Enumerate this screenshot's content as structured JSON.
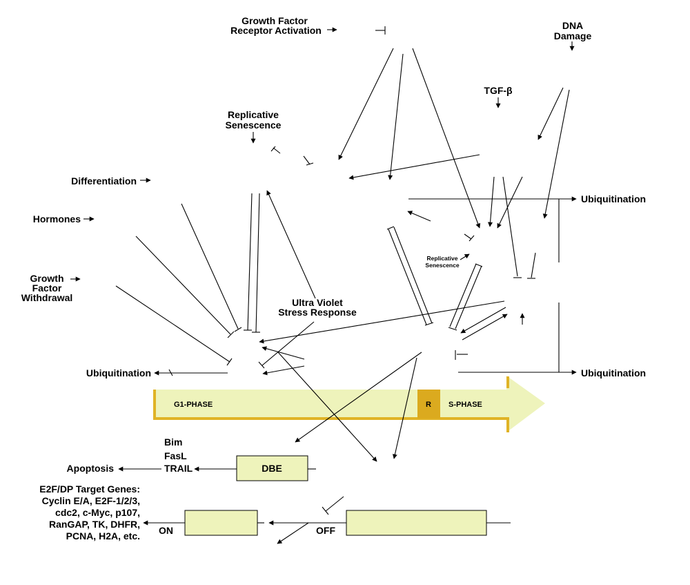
{
  "labels": {
    "growth_factor_receptor": [
      "Growth Factor",
      "Receptor Activation"
    ],
    "dna_damage": [
      "DNA",
      "Damage"
    ],
    "tgf_beta": "TGF-β",
    "replicative_senescence": [
      "Replicative",
      "Senescence"
    ],
    "replicative_senescence_small": [
      "Replicative",
      "Senescence"
    ],
    "differentiation": "Differentiation",
    "hormones": "Hormones",
    "growth_factor_withdrawal": [
      "Growth",
      "Factor",
      "Withdrawal"
    ],
    "uv_stress": [
      "Ultra Violet",
      "Stress Response"
    ],
    "ubiquitination_right_top": "Ubiquitination",
    "ubiquitination_right_bottom": "Ubiquitination",
    "ubiquitination_left": "Ubiquitination",
    "apoptosis": "Apoptosis",
    "apoptosis_genes": [
      "Bim",
      "FasL",
      "TRAIL"
    ],
    "target_genes": [
      "E2F/DP Target Genes:",
      "Cyclin E/A, E2F-1/2/3,",
      "cdc2, c-Myc, p107,",
      "RanGAP, TK, DHFR,",
      "PCNA, H2A, etc."
    ],
    "on": "ON",
    "off": "OFF"
  },
  "cell_cycle": {
    "g1": "G1-PHASE",
    "r": "R",
    "s": "S-PHASE"
  },
  "boxes": {
    "dbe": "DBE"
  },
  "colors": {
    "bar_fill": "#eef3bb",
    "bar_edge": "#e0b326",
    "r_box": "#dbaa1f",
    "gene_box": "#eef3bb"
  }
}
